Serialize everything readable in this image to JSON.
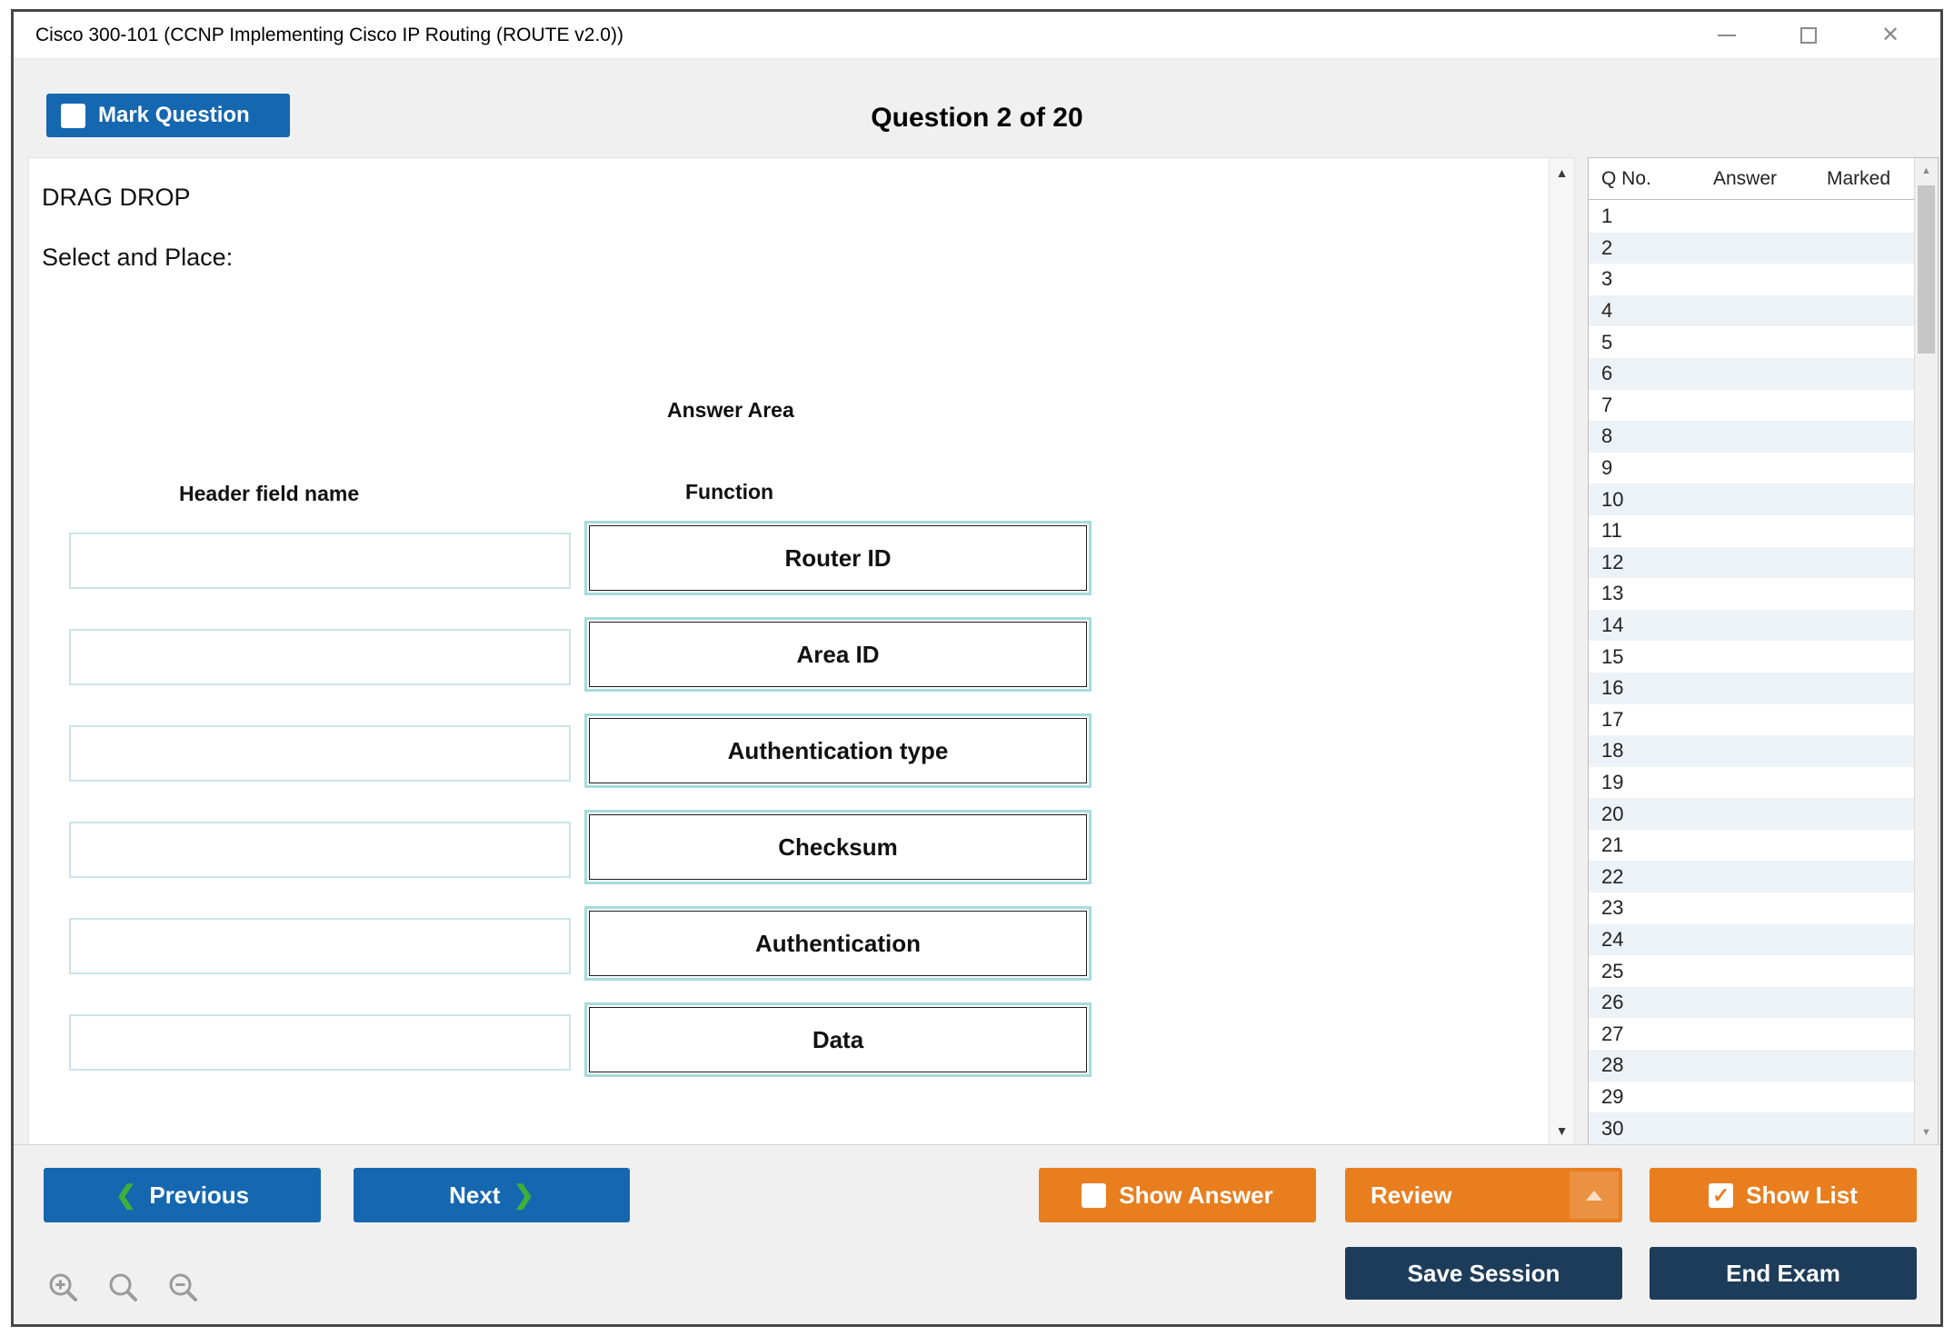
{
  "window": {
    "title": "Cisco 300-101 (CCNP Implementing Cisco IP Routing (ROUTE v2.0))",
    "close_glyph": "✕"
  },
  "header": {
    "mark_question": "Mark Question",
    "question_counter": "Question 2 of 20"
  },
  "question": {
    "type": "DRAG DROP",
    "instruction": "Select and Place:",
    "answer_area_title": "Answer Area",
    "left_column": "Header field name",
    "right_column": "Function",
    "functions": [
      "Router ID",
      "Area ID",
      "Authentication type",
      "Checksum",
      "Authentication",
      "Data"
    ]
  },
  "question_list": {
    "headers": [
      "Q No.",
      "Answer",
      "Marked"
    ],
    "rows": [
      "1",
      "2",
      "3",
      "4",
      "5",
      "6",
      "7",
      "8",
      "9",
      "10",
      "11",
      "12",
      "13",
      "14",
      "15",
      "16",
      "17",
      "18",
      "19",
      "20",
      "21",
      "22",
      "23",
      "24",
      "25",
      "26",
      "27",
      "28",
      "29",
      "30"
    ]
  },
  "toolbar": {
    "previous": "Previous",
    "next": "Next",
    "show_answer": "Show Answer",
    "review": "Review",
    "show_list": "Show List",
    "save_session": "Save Session",
    "end_exam": "End Exam"
  },
  "icons": {
    "chevron_left": "❮",
    "chevron_right": "❯",
    "check": "✓",
    "scroll_up": "▲",
    "scroll_down": "▼"
  },
  "colors": {
    "primary_blue": "#1567b0",
    "accent_green": "#3fae3a",
    "accent_orange": "#e87e1e",
    "dark_navy": "#1d3c5a",
    "teal_outline": "#a5dbdc"
  }
}
